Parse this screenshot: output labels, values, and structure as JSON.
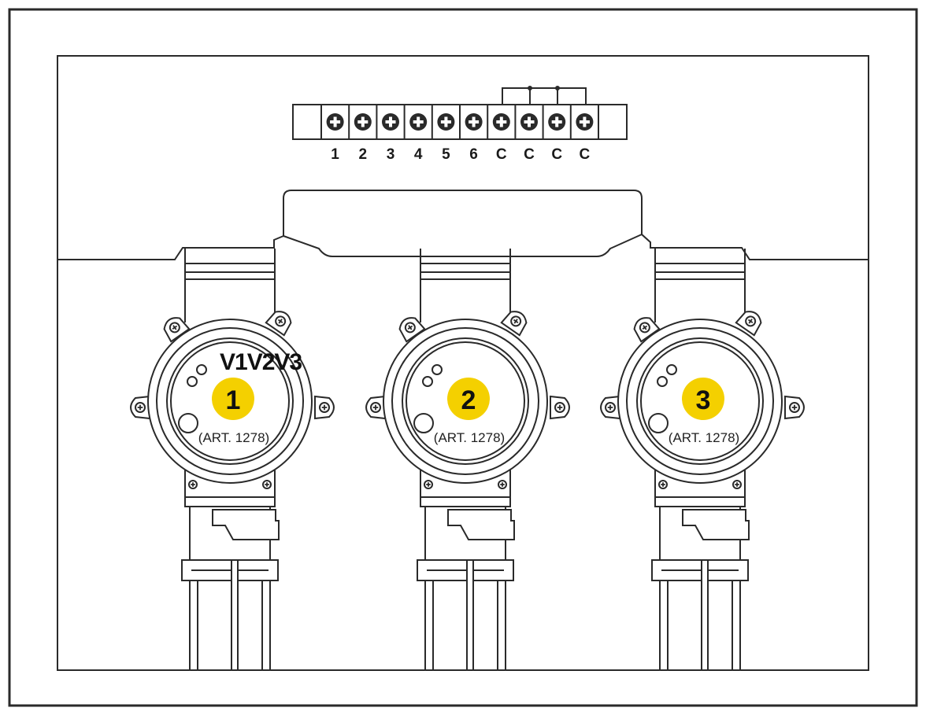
{
  "diagram": {
    "colors": {
      "line": "#2a2a2a",
      "background": "#ffffff",
      "badge": "#f4d000"
    },
    "terminal_block": {
      "terminals": [
        {
          "label": "1"
        },
        {
          "label": "2"
        },
        {
          "label": "3"
        },
        {
          "label": "4"
        },
        {
          "label": "5"
        },
        {
          "label": "6"
        },
        {
          "label": "C"
        },
        {
          "label": "C"
        },
        {
          "label": "C"
        },
        {
          "label": "C"
        }
      ],
      "screw_icon": "screw-terminal-icon"
    },
    "valve_group_label": "V1V2V3",
    "valves": [
      {
        "number": "1",
        "article": "(ART. 1278)"
      },
      {
        "number": "2",
        "article": "(ART. 1278)"
      },
      {
        "number": "3",
        "article": "(ART. 1278)"
      }
    ]
  }
}
